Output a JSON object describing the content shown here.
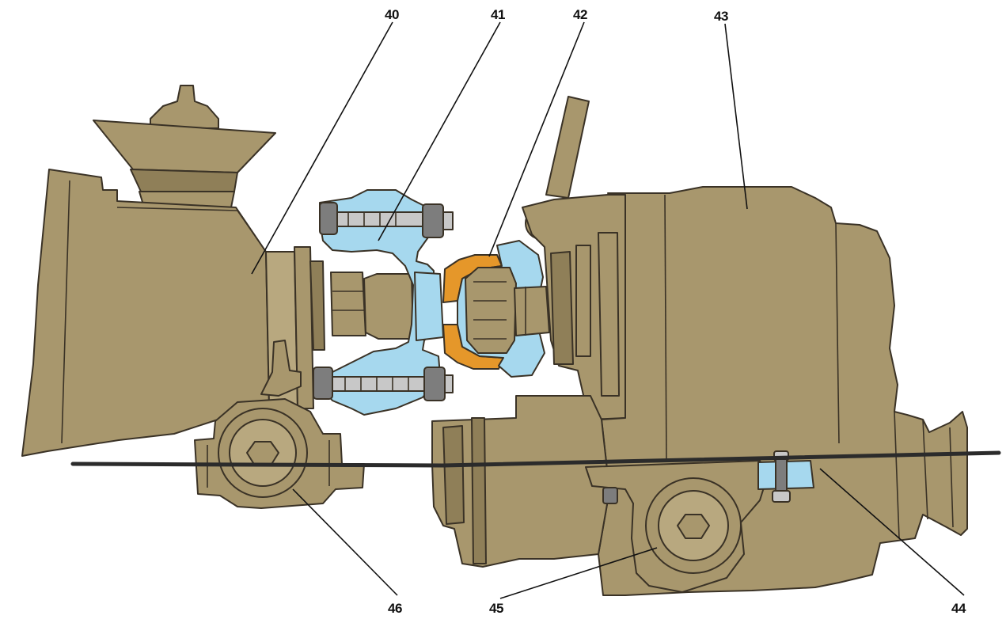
{
  "callouts": [
    {
      "id": "40",
      "label": "40"
    },
    {
      "id": "41",
      "label": "41"
    },
    {
      "id": "42",
      "label": "42"
    },
    {
      "id": "43",
      "label": "43"
    },
    {
      "id": "44",
      "label": "44"
    },
    {
      "id": "45",
      "label": "45"
    },
    {
      "id": "46",
      "label": "46"
    }
  ],
  "colors": {
    "housing": "#a8976d",
    "coupling_parts": "#a6d8ee",
    "flex_element": "#e5972a",
    "outline": "#3a3226",
    "background": "#ffffff"
  }
}
